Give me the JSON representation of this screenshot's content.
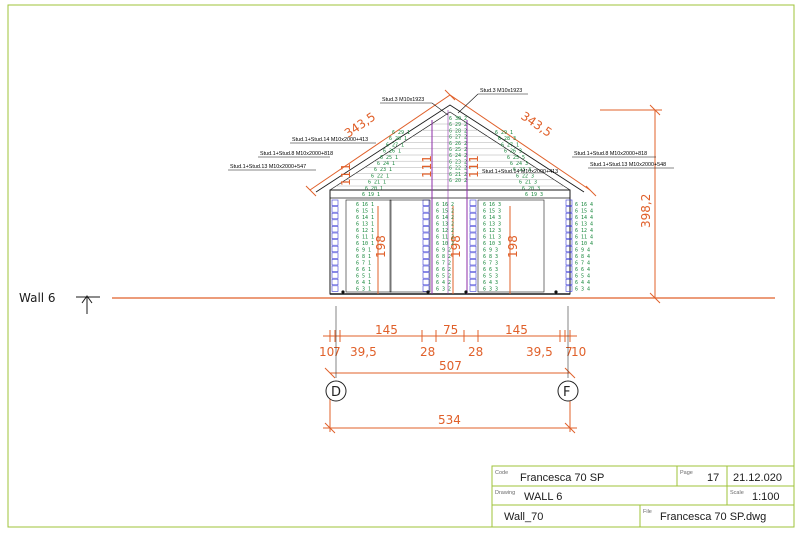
{
  "wall_label": "Wall 6",
  "height_dim": "398,2",
  "roof_left": "343,5",
  "roof_right": "343,5",
  "inner_heights": [
    "198",
    "198",
    "198"
  ],
  "gable_small": [
    "111",
    "111",
    "111"
  ],
  "dims_top": [
    "145",
    "75",
    "145"
  ],
  "dims_mid": [
    "10",
    "7",
    "39,5",
    "28",
    "28",
    "39,5",
    "7",
    "10"
  ],
  "dim_507": "507",
  "dim_534": "534",
  "axis_left": "D",
  "axis_right": "F",
  "studs": {
    "top_left": "Stud.3 M10x1923",
    "top_right": "Stud.3 M10x1923",
    "left_1": "Stud.1+Stud.14 M10x2000+413",
    "left_2": "Stud.1+Stud.8 M10x2000+818",
    "left_3": "Stud.1+Stud.13 M10x2000+547",
    "right_1": "Stud.1+Stud.8 M10x2000+818",
    "right_2": "Stud.1+Stud.13 M10x2000+548",
    "center": "Stud.1+Stud.14 M10x2000+413"
  },
  "log_labels": [
    "6 16 1",
    "6 15 1",
    "6 14 1",
    "6 13 1",
    "6 12 1",
    "6 11 1",
    "6 10 1",
    "6 9 1",
    "6 8 1",
    "6 7 1",
    "6 6 1",
    "6 5 1",
    "6 4 1",
    "6 3 1"
  ],
  "log_labels_b": [
    "6 16 2",
    "6 15 2",
    "6 14 2",
    "6 13 2",
    "6 12 2",
    "6 11 2",
    "6 10 2",
    "6 9 2",
    "6 8 2",
    "6 7 2",
    "6 6 2",
    "6 5 2",
    "6 4 2",
    "6 3 2"
  ],
  "log_labels_c": [
    "6 16 3",
    "6 15 3",
    "6 14 3",
    "6 13 3",
    "6 12 3",
    "6 11 3",
    "6 10 3",
    "6 9 3",
    "6 8 3",
    "6 7 3",
    "6 6 3",
    "6 5 3",
    "6 4 3",
    "6 3 3"
  ],
  "log_labels_d": [
    "6 16 4",
    "6 15 4",
    "6 14 4",
    "6 13 4",
    "6 12 4",
    "6 11 4",
    "6 10 4",
    "6 9 4",
    "6 8 4",
    "6 7 4",
    "6 6 4",
    "6 5 4",
    "6 4 4",
    "6 3 4"
  ],
  "gable_labels_left": [
    "6 29 1",
    "6 28 1",
    "6 27 1",
    "6 26 1",
    "6 25 1",
    "6 24 1",
    "6 23 1",
    "6 22 1",
    "6 21 1",
    "6 20 1",
    "6 19 1"
  ],
  "gable_labels_mid": [
    "6 30 2",
    "6 29 2",
    "6 28 2",
    "6 27 2",
    "6 26 2",
    "6 25 2",
    "6 24 2",
    "6 23 2",
    "6 22 2",
    "6 21 2",
    "6 20 2"
  ],
  "gable_labels_right": [
    "6 29 1",
    "6 28 3",
    "6 27 1",
    "6 26 3",
    "6 25 5",
    "6 24 3",
    "6 23 3",
    "6 22 3",
    "6 21 3",
    "6 20 3",
    "6 19 3"
  ],
  "title_block": {
    "code_label": "Code",
    "code_value": "Francesca 70 SP",
    "page_label": "Page",
    "page_value": "17",
    "date_value": "21.12.020",
    "drawing_label": "Drawing",
    "drawing_value": "WALL 6",
    "scale_label": "Scale",
    "scale_value": "1:100",
    "layout_value": "Wall_70",
    "file_label": "File",
    "file_value": "Francesca 70 SP.dwg"
  }
}
